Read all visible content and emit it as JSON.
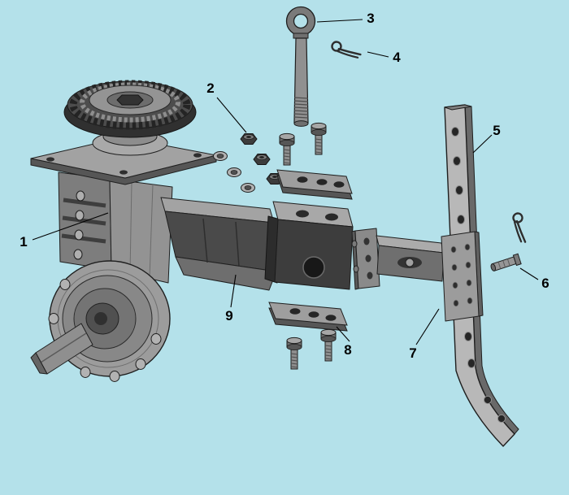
{
  "colors": {
    "background": "#b4e1ea",
    "callout_text": "#000000",
    "part_light": "#b2b2b2",
    "part_mid": "#8a8a8a",
    "part_dark": "#3d3d3d",
    "outline": "#1f1f1f"
  },
  "diagram": {
    "type": "exploded-parts-diagram",
    "subject": "gearbox-with-depth-bar-assembly",
    "callouts": [
      {
        "label": "1",
        "part": "gearbox-assembly"
      },
      {
        "label": "2",
        "part": "hex-nuts-and-washers"
      },
      {
        "label": "3",
        "part": "eye-bolt"
      },
      {
        "label": "4",
        "part": "cotter-pin"
      },
      {
        "label": "5",
        "part": "depth-bar"
      },
      {
        "label": "6",
        "part": "retaining-pin"
      },
      {
        "label": "7",
        "part": "clamp-bracket"
      },
      {
        "label": "8",
        "part": "clamp-plate-and-bolts"
      },
      {
        "label": "9",
        "part": "support-arm"
      }
    ]
  }
}
